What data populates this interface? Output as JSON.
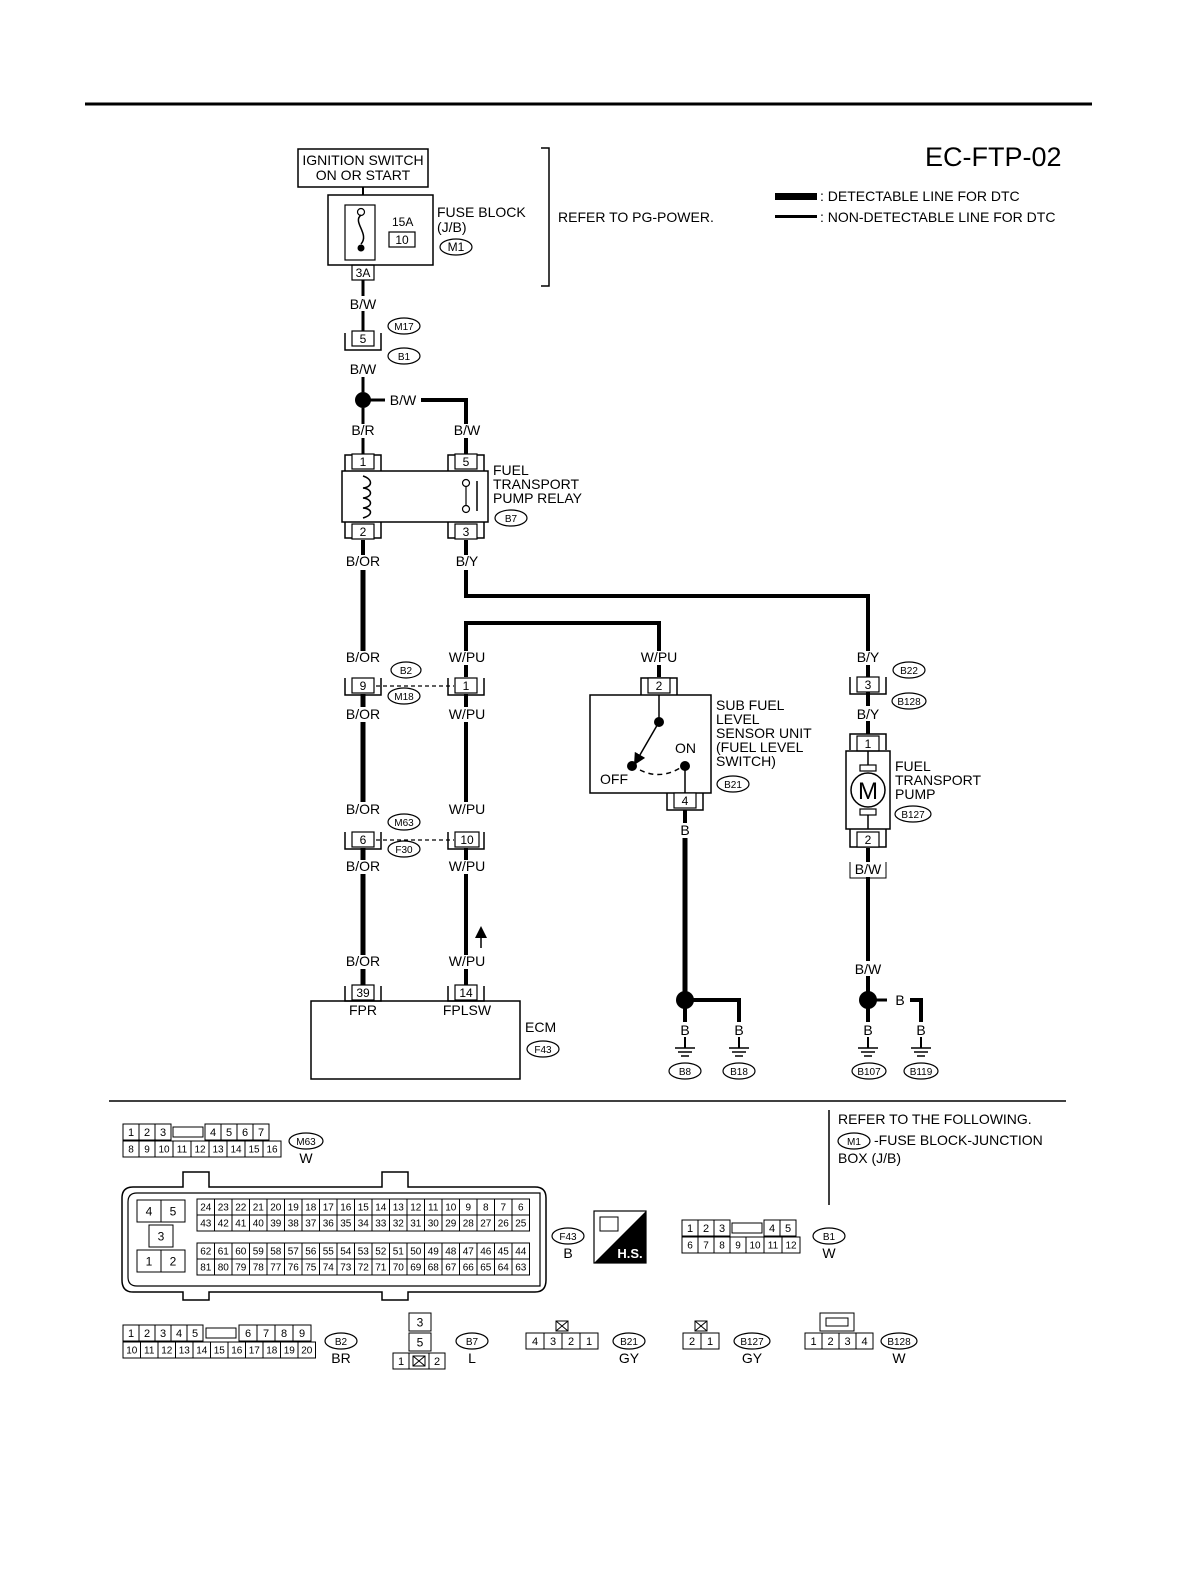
{
  "header": {
    "code": "EC-FTP-02",
    "legend": {
      "detectable": ": DETECTABLE LINE FOR DTC",
      "non_detectable": ": NON-DETECTABLE LINE FOR DTC"
    }
  },
  "power": {
    "ignition_line1": "IGNITION SWITCH",
    "ignition_line2": "ON OR START",
    "fuse_block_line1": "FUSE BLOCK",
    "fuse_block_line2": "(J/B)",
    "fuse_amp": "15A",
    "fuse_no": "10",
    "fuse_conn": "M1",
    "fuse_terminal": "3A",
    "refer": "REFER TO PG-POWER."
  },
  "wires": {
    "bw": "B/W",
    "br": "B/R",
    "bor": "B/OR",
    "by": "B/Y",
    "wpu": "W/PU",
    "b": "B"
  },
  "connectors": {
    "m17": "M17",
    "b1": "B1",
    "b2": "B2",
    "m18": "M18",
    "m63": "M63",
    "f30": "F30",
    "b7": "B7",
    "b21": "B21",
    "b22": "B22",
    "b128": "B128",
    "b127": "B127",
    "f43": "F43",
    "b8": "B8",
    "b18": "B18",
    "b107": "B107",
    "b119": "B119"
  },
  "terminals": {
    "t5": "5",
    "t1": "1",
    "t2": "2",
    "t3": "3",
    "t9": "9",
    "t6": "6",
    "t10": "10",
    "t4": "4",
    "t39": "39",
    "t14": "14"
  },
  "relay": {
    "line1": "FUEL",
    "line2": "TRANSPORT",
    "line3": "PUMP RELAY"
  },
  "sensor": {
    "line1": "SUB FUEL",
    "line2": "LEVEL",
    "line3": "SENSOR UNIT",
    "line4": "(FUEL LEVEL",
    "line5": " SWITCH)",
    "on": "ON",
    "off": "OFF"
  },
  "pump": {
    "line1": "FUEL",
    "line2": "TRANSPORT",
    "line3": "PUMP",
    "motor": "M"
  },
  "ecm": {
    "name": "ECM",
    "fpr": "FPR",
    "fplsw": "FPLSW"
  },
  "refer_box": {
    "line1": "REFER TO THE FOLLOWING.",
    "conn": "M1",
    "line2": "-FUSE BLOCK-JUNCTION",
    "line3": "BOX (J/B)"
  },
  "connector_views": {
    "m63": {
      "code": "M63",
      "color": "W",
      "row1": [
        "1",
        "2",
        "3",
        "4",
        "5",
        "6",
        "7"
      ],
      "row2": [
        "8",
        "9",
        "10",
        "11",
        "12",
        "13",
        "14",
        "15",
        "16"
      ]
    },
    "f43": {
      "code": "F43",
      "color": "B",
      "hs": "H.S.",
      "small": [
        "4",
        "5",
        "3",
        "1",
        "2"
      ],
      "row1": [
        "24",
        "23",
        "22",
        "21",
        "20",
        "19",
        "18",
        "17",
        "16",
        "15",
        "14",
        "13",
        "12",
        "11",
        "10",
        "9",
        "8",
        "7",
        "6"
      ],
      "row2": [
        "43",
        "42",
        "41",
        "40",
        "39",
        "38",
        "37",
        "36",
        "35",
        "34",
        "33",
        "32",
        "31",
        "30",
        "29",
        "28",
        "27",
        "26",
        "25"
      ],
      "row3": [
        "62",
        "61",
        "60",
        "59",
        "58",
        "57",
        "56",
        "55",
        "54",
        "53",
        "52",
        "51",
        "50",
        "49",
        "48",
        "47",
        "46",
        "45",
        "44"
      ],
      "row4": [
        "81",
        "80",
        "79",
        "78",
        "77",
        "76",
        "75",
        "74",
        "73",
        "72",
        "71",
        "70",
        "69",
        "68",
        "67",
        "66",
        "65",
        "64",
        "63"
      ]
    },
    "b1": {
      "code": "B1",
      "color": "W",
      "row1": [
        "1",
        "2",
        "3",
        "4",
        "5"
      ],
      "row2": [
        "6",
        "7",
        "8",
        "9",
        "10",
        "11",
        "12"
      ]
    },
    "b2": {
      "code": "B2",
      "color": "BR",
      "row1": [
        "1",
        "2",
        "3",
        "4",
        "5",
        "6",
        "7",
        "8",
        "9"
      ],
      "row2": [
        "10",
        "11",
        "12",
        "13",
        "14",
        "15",
        "16",
        "17",
        "18",
        "19",
        "20"
      ]
    },
    "b7": {
      "code": "B7",
      "color": "L",
      "cells": [
        "3",
        "5",
        "1",
        "2"
      ]
    },
    "b21": {
      "code": "B21",
      "color": "GY",
      "cells": [
        "4",
        "3",
        "2",
        "1"
      ]
    },
    "b127": {
      "code": "B127",
      "color": "GY",
      "cells": [
        "2",
        "1"
      ]
    },
    "b128": {
      "code": "B128",
      "color": "W",
      "cells": [
        "1",
        "2",
        "3",
        "4"
      ]
    }
  }
}
